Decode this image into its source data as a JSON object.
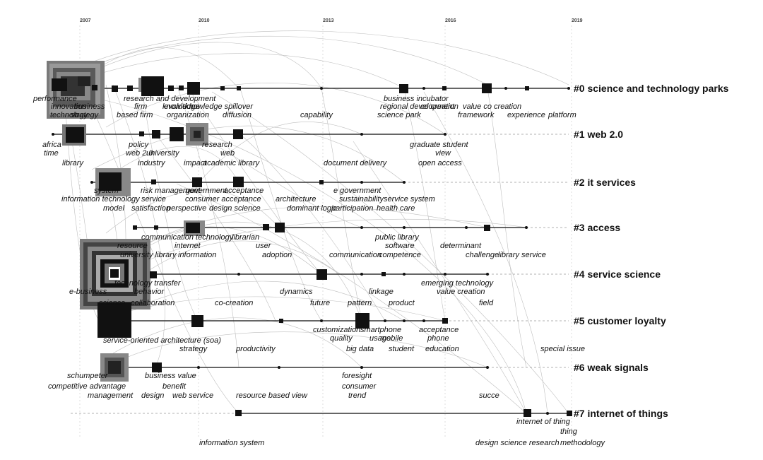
{
  "years": [
    "2007",
    "2010",
    "2013",
    "2016",
    "2019"
  ],
  "clusters": [
    {
      "label": "#0 science and technology parks"
    },
    {
      "label": "#1 web 2.0"
    },
    {
      "label": "#2 it services"
    },
    {
      "label": "#3 access"
    },
    {
      "label": "#4 service science"
    },
    {
      "label": "#5 customer loyalty"
    },
    {
      "label": "#6 weak signals"
    },
    {
      "label": "#7 internet of things"
    }
  ],
  "keywords": [
    "performance",
    "innovation",
    "technology",
    "business",
    "strategy",
    "research and development",
    "firm",
    "evolution",
    "knowledge spillover",
    "organization",
    "based firm",
    "knowledge",
    "diffusion",
    "capability",
    "business incubator",
    "regional development",
    "science park",
    "co creation",
    "value co creation",
    "framework",
    "experience",
    "platform",
    "africa",
    "time",
    "library",
    "policy",
    "web 2.0",
    "university",
    "industry",
    "research",
    "web",
    "impact",
    "academic library",
    "document delivery",
    "graduate student",
    "view",
    "open access",
    "system",
    "information technology",
    "model",
    "risk management",
    "service",
    "satisfaction",
    "perspective",
    "government",
    "consumer acceptance",
    "acceptance",
    "design science",
    "architecture",
    "dominant logic",
    "e government",
    "sustainability",
    "participation",
    "service system",
    "health care",
    "communication technology",
    "resource",
    "university library",
    "internet",
    "information",
    "librarian",
    "user",
    "adoption",
    "communication",
    "public library",
    "software",
    "competence",
    "determinant",
    "challenge",
    "library service",
    "e-business",
    "science",
    "technology transfer",
    "behavior",
    "collaboration",
    "co-creation",
    "dynamics",
    "future",
    "linkage",
    "pattern",
    "product",
    "emerging technology",
    "value creation",
    "field",
    "service-oriented architecture (soa)",
    "strategy",
    "productivity",
    "customization",
    "quality",
    "smartphone",
    "usage",
    "big data",
    "mobile",
    "acceptance",
    "student",
    "phone",
    "education",
    "special issue",
    "schumpeter",
    "competitive advantage",
    "management",
    "business value",
    "benefit",
    "design",
    "web service",
    "resource based view",
    "foresight",
    "consumer",
    "trend",
    "succe",
    "information system",
    "internet of thing",
    "thing",
    "design science research",
    "methodology"
  ]
}
